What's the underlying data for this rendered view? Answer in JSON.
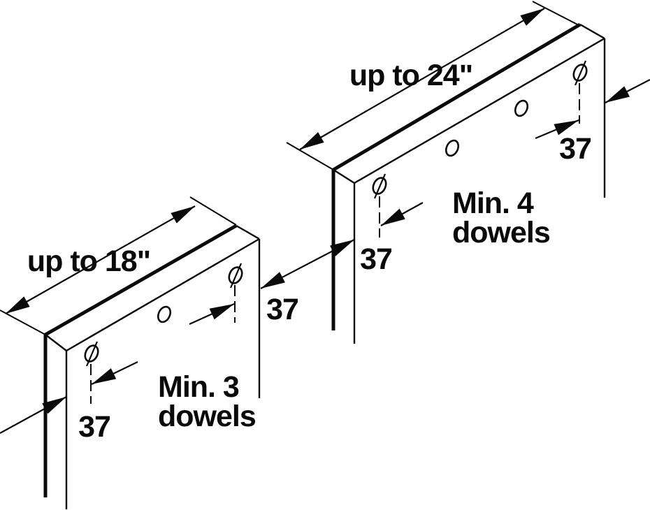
{
  "diagram": {
    "type": "dowel-placement-technical-drawing",
    "colors": {
      "line": "#0a0a0a",
      "background": "#ffffff"
    },
    "panels": [
      {
        "id": "left-panel",
        "width_label": "up to 18\"",
        "min_dowels_line1": "Min. 3",
        "min_dowels_line2": "dowels",
        "edge_offset": "37",
        "hole_count": 3
      },
      {
        "id": "right-panel",
        "width_label": "up to 24\"",
        "min_dowels_line1": "Min. 4",
        "min_dowels_line2": "dowels",
        "edge_offset": "37",
        "hole_count": 4
      }
    ]
  }
}
